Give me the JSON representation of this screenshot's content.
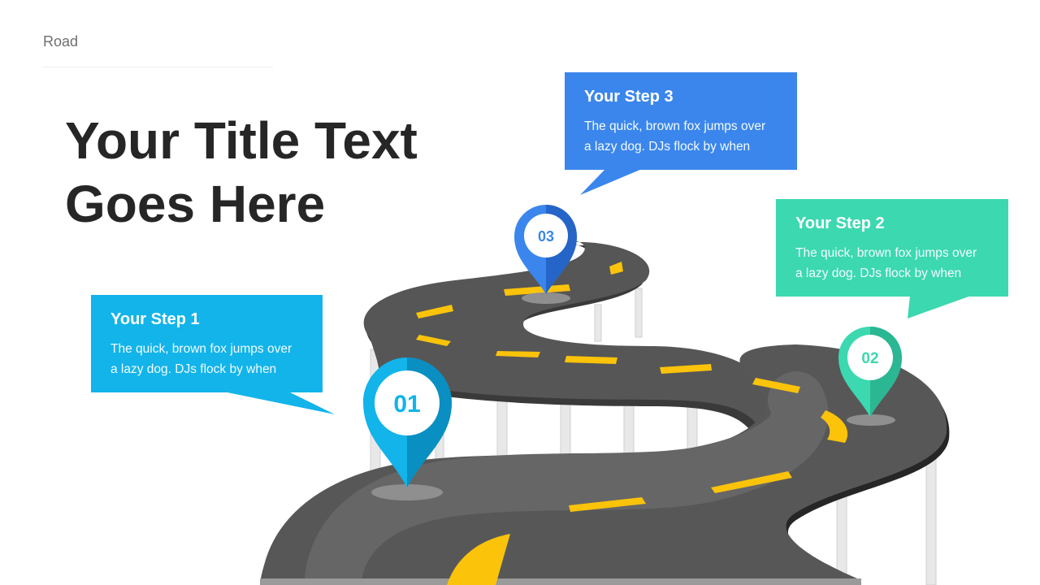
{
  "slide": {
    "section_label": "Road",
    "title_line1": "Your Title Text",
    "title_line2": "Goes Here"
  },
  "steps": [
    {
      "number": "01",
      "title": "Your Step 1",
      "text_line1": "The quick, brown fox jumps over",
      "text_line2": "a lazy dog. DJs flock by when",
      "color": "#12b4ea",
      "shade": "#0a8fc2"
    },
    {
      "number": "02",
      "title": "Your Step 2",
      "text_line1": "The quick, brown fox jumps over",
      "text_line2": "a lazy dog. DJs flock by when",
      "color": "#3cd8b0",
      "shade": "#2bb792"
    },
    {
      "number": "03",
      "title": "Your Step 3",
      "text_line1": "The quick, brown fox jumps over",
      "text_line2": "a lazy dog. DJs flock by when",
      "color": "#3b86ec",
      "shade": "#2565c7"
    }
  ],
  "colors": {
    "road": "#555555",
    "road_edge": "#2f2f2f",
    "lane_marking": "#fbc30a",
    "pillar": "#e6e6e6"
  }
}
